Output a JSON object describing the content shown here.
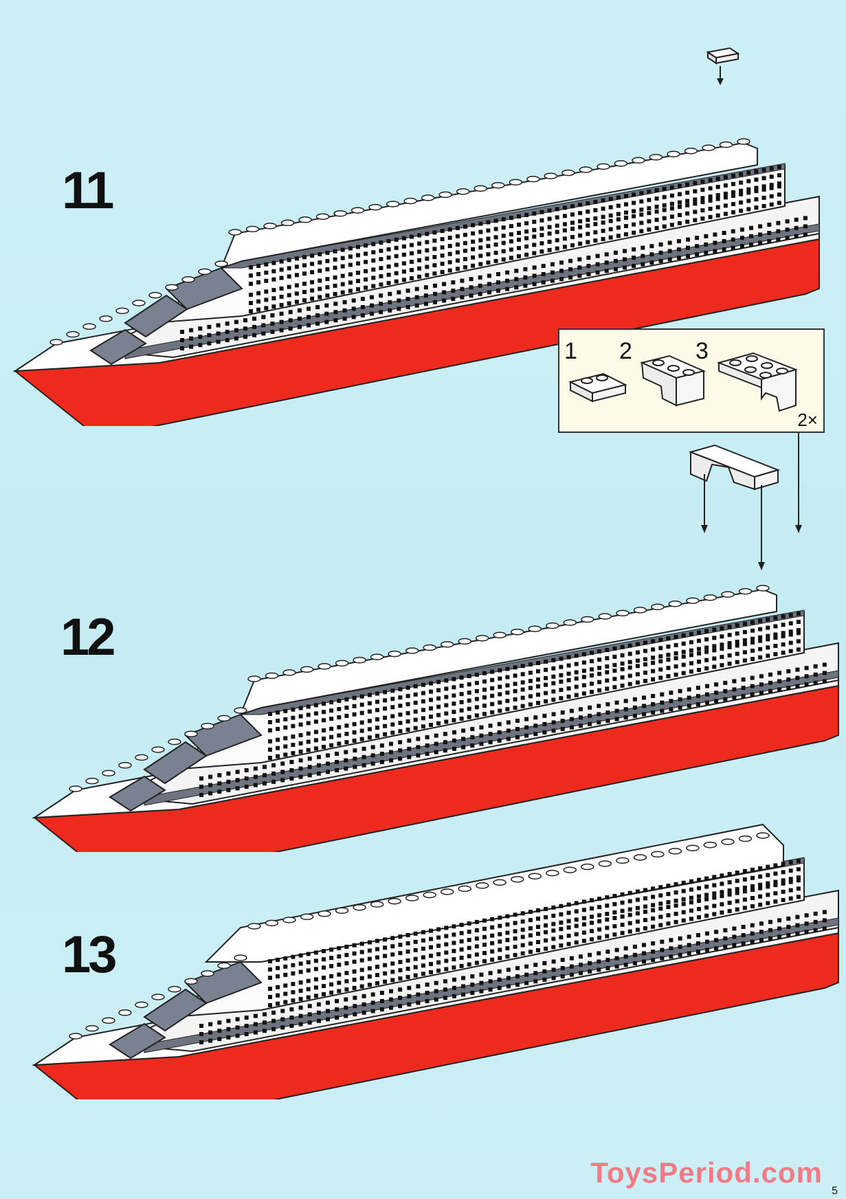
{
  "steps": [
    {
      "number": "11"
    },
    {
      "number": "12"
    },
    {
      "number": "13"
    }
  ],
  "callout": {
    "labels": [
      "1",
      "2",
      "3"
    ],
    "quantity": "2×"
  },
  "watermark": "ToysPeriod.com",
  "page_number": "5",
  "colors": {
    "background": "#c9eef4",
    "hull_red": "#ee2a1e",
    "deck_gray": "#6d7480",
    "white": "#ffffff",
    "callout_bg": "#fdfbe7"
  }
}
